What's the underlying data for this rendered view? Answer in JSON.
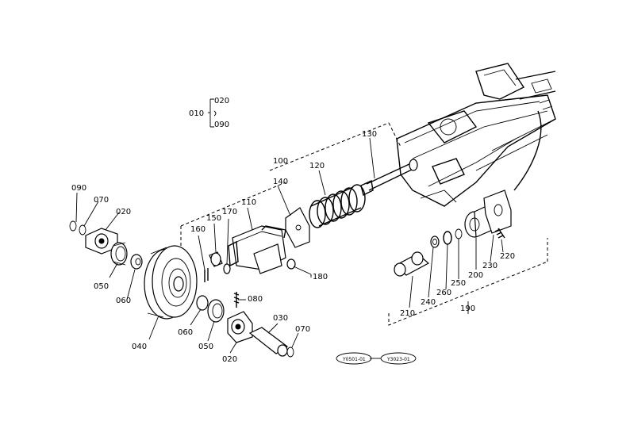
{
  "labels": {
    "p010": "010",
    "p020_top": "020",
    "p090_top": "090",
    "p090": "090",
    "p070_left": "070",
    "p020_left": "020",
    "p050_left": "050",
    "p060_left": "060",
    "p040": "040",
    "p060_mid": "060",
    "p050_mid": "050",
    "p020_bottom": "020",
    "p080": "080",
    "p030": "030",
    "p070_right": "070",
    "p160": "160",
    "p150": "150",
    "p170": "170",
    "p110": "110",
    "p100": "100",
    "p140": "140",
    "p120": "120",
    "p130": "130",
    "p180": "180",
    "p210": "210",
    "p240": "240",
    "p260": "260",
    "p250": "250",
    "p200": "200",
    "p230": "230",
    "p220": "220",
    "p190": "190"
  },
  "ref_codes": {
    "left": "Y0501-01",
    "right": "Y3023-01"
  }
}
